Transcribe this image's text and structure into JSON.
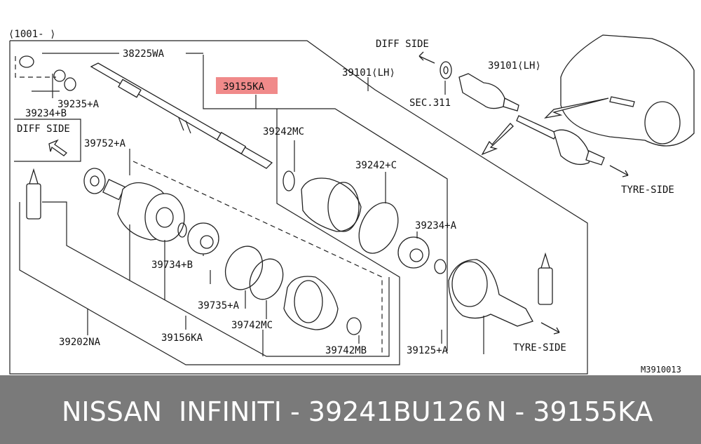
{
  "diagram": {
    "group_label": "⟨1001-     ⟩",
    "diagram_code": "M3910013",
    "highlight_color": "#f08a8a",
    "direction_labels": {
      "diff_side_box": "DIFF SIDE",
      "diff_side_top": "DIFF SIDE",
      "tyre_side_top": "TYRE-SIDE",
      "tyre_side_bottom": "TYRE-SIDE"
    },
    "part_labels": {
      "p38225WA": "38225WA",
      "p39155KA": "39155KA",
      "p39101LH_a": "39101⟨LH⟩",
      "p39101LH_b": "39101⟨LH⟩",
      "pSEC311": "SEC.311",
      "p39235A": "39235+A",
      "p39234B": "39234+B",
      "p39242MC": "39242MC",
      "p39752A": "39752+A",
      "p39242C": "39242+C",
      "p39234A": "39234+A",
      "p39734B": "39734+B",
      "p39735A": "39735+A",
      "p39742MC": "39742MC",
      "p39202NA": "39202NA",
      "p39156KA": "39156KA",
      "p39742MB": "39742MB",
      "p39125A": "39125+A"
    }
  },
  "footer": {
    "left_text": "NISSAN  INFINITI - 39241BU126",
    "right_text": "N - 39155KA"
  }
}
